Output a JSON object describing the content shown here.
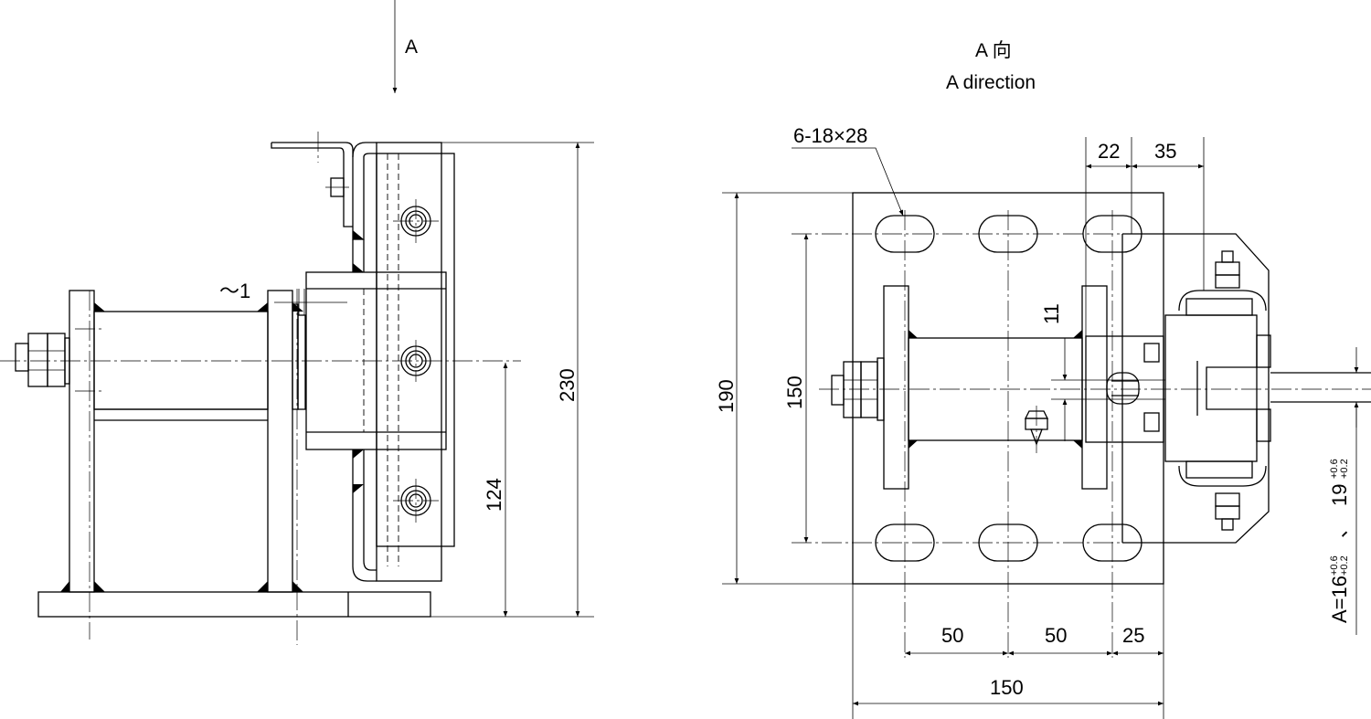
{
  "front_view": {
    "view_arrow_label": "A",
    "dims": {
      "gap": "～1",
      "height_center": "124",
      "height_total": "230"
    }
  },
  "side_view": {
    "title_cn": "A 向",
    "title_en": "A direction",
    "slot_callout": "6-18×28",
    "dims": {
      "d22": "22",
      "d35": "35",
      "d11": "11",
      "d190": "190",
      "d150v": "150",
      "d50a": "50",
      "d50b": "50",
      "d25": "25",
      "d150h": "150"
    },
    "tolerance_note": {
      "a_prefix": "A=16",
      "sep": "、",
      "alt": "19",
      "upper": "+0.6",
      "lower": "+0.2"
    }
  }
}
